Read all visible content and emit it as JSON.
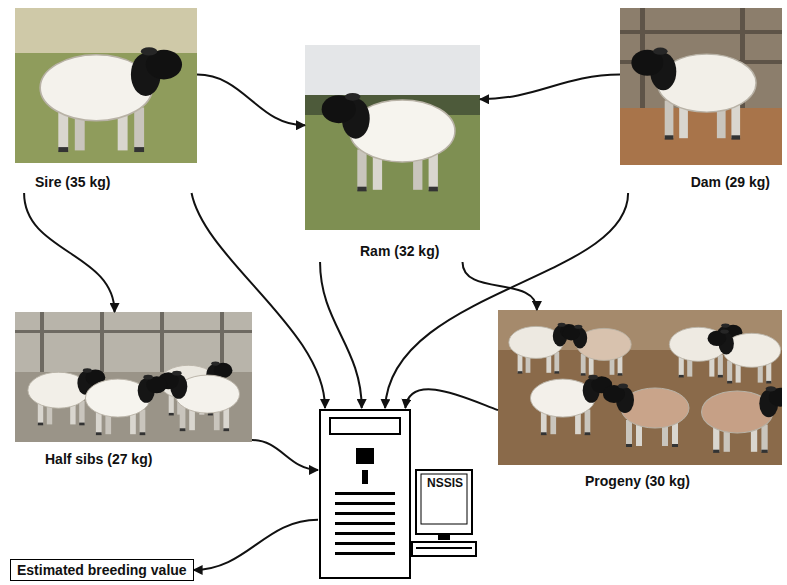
{
  "diagram": {
    "nodes": [
      {
        "text": [
          "Sire (35 kg)"
        ]
      },
      {
        "text": [
          "Ram (32 kg)"
        ]
      },
      {
        "text": [
          "Dam (29 kg)"
        ]
      },
      {
        "text": [
          "Half sibs (27 kg)"
        ]
      },
      {
        "text": [
          "Progeny (30 kg)"
        ]
      },
      {
        "text": [
          "NSSIS"
        ]
      },
      {
        "text": [
          "Estimated breeding value"
        ]
      }
    ],
    "edges": [
      {
        "from": 0,
        "to": 1,
        "arrow": "to"
      },
      {
        "from": 2,
        "to": 1,
        "arrow": "to"
      },
      {
        "from": 0,
        "to": 3,
        "arrow": "to"
      },
      {
        "from": 0,
        "to": 5,
        "arrow": "to"
      },
      {
        "from": 1,
        "to": 5,
        "arrow": "to"
      },
      {
        "from": 1,
        "to": 4,
        "arrow": "to"
      },
      {
        "from": 2,
        "to": 5,
        "arrow": "to"
      },
      {
        "from": 3,
        "to": 5,
        "arrow": "to"
      },
      {
        "from": 4,
        "to": 5,
        "arrow": "to"
      },
      {
        "from": 5,
        "to": 6,
        "arrow": "to"
      }
    ]
  }
}
